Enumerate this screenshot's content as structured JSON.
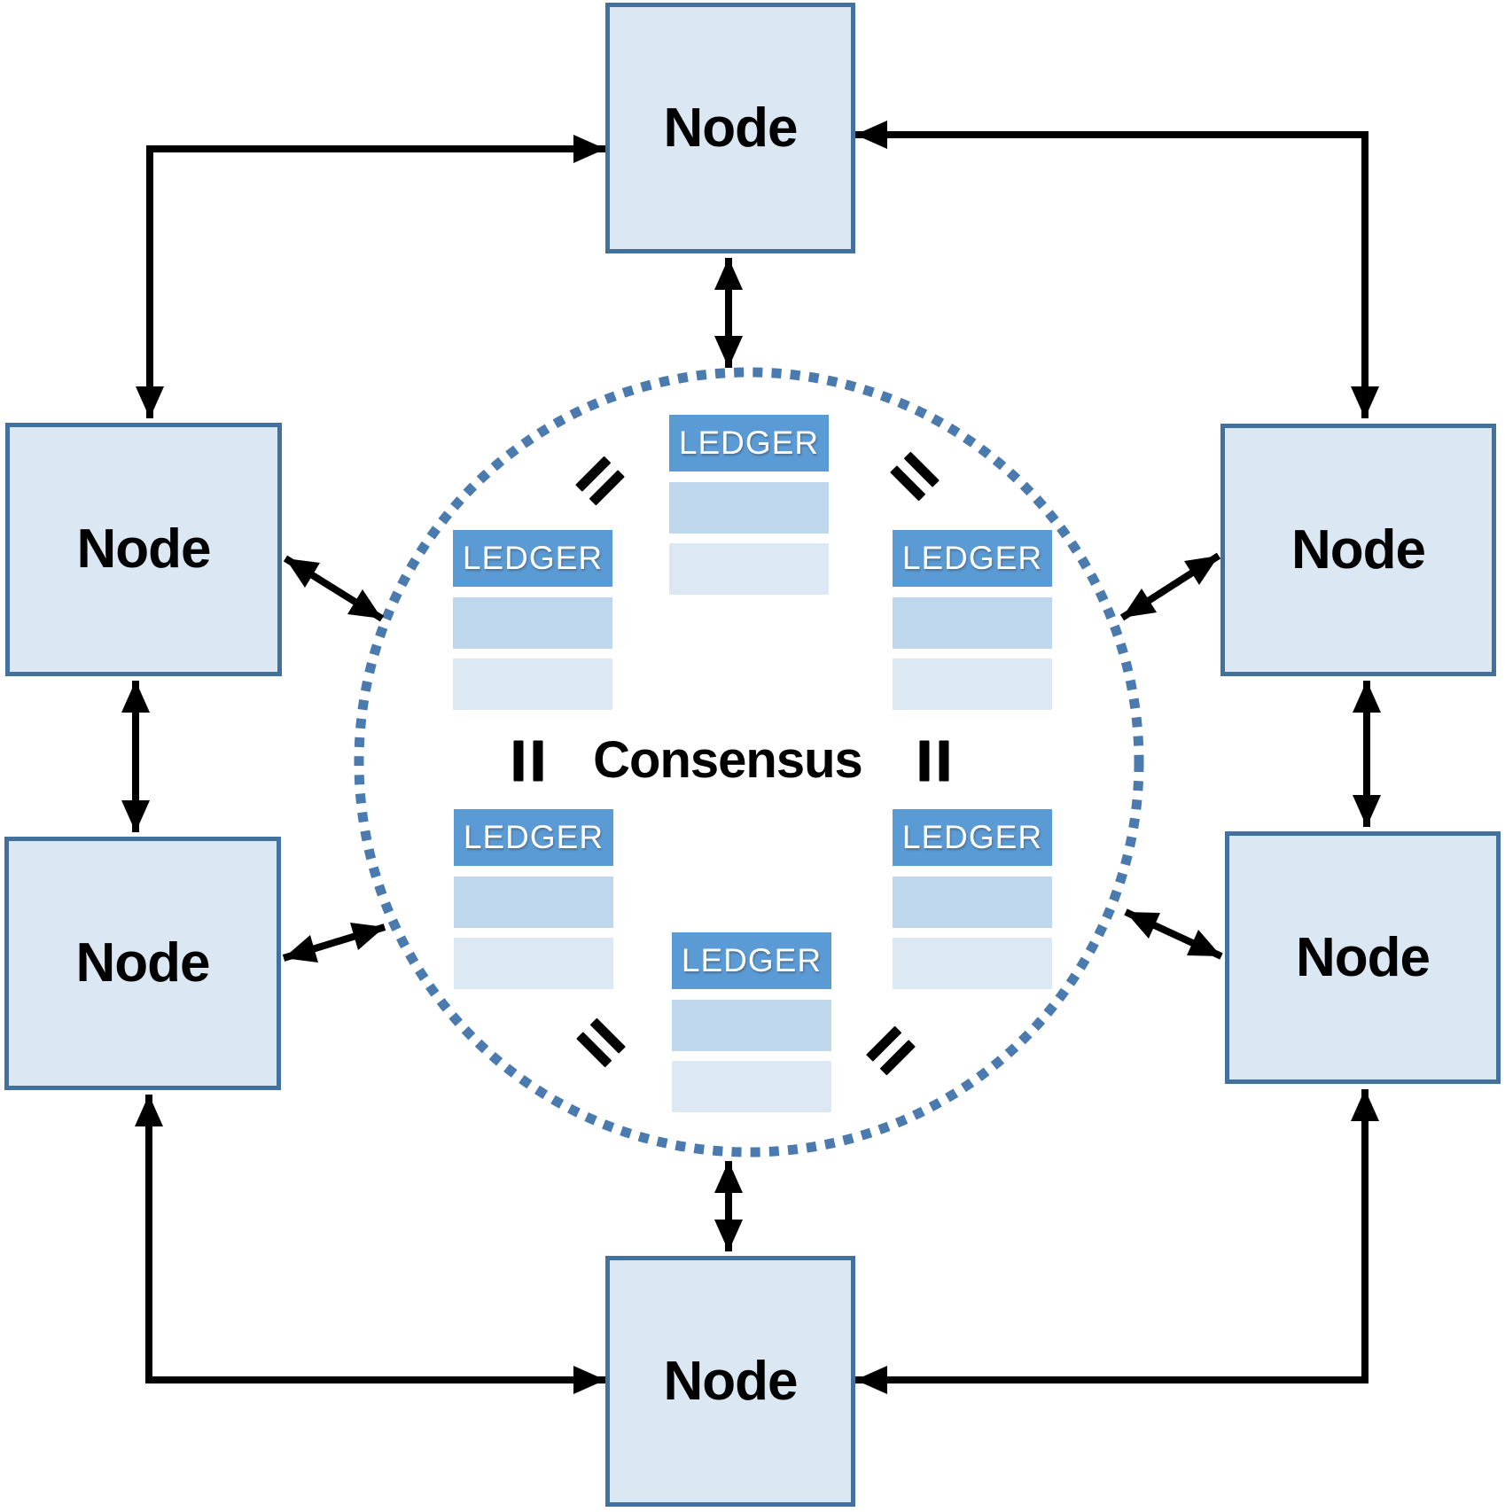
{
  "diagram": {
    "kind": "distributed-ledger-consensus-network",
    "colors": {
      "node_fill": "#dbe7f3",
      "node_border": "#41719c",
      "ledger_header_fill": "#5b9bd5",
      "ledger_header_text": "#ffffff",
      "ledger_row_light": "#bfd7ec",
      "ledger_row_lighter": "#dce8f4",
      "consensus_circle_dots": "#4a7aae",
      "arrows_and_text": "#000000"
    }
  },
  "center": {
    "label": "Consensus"
  },
  "nodes": [
    {
      "id": "top",
      "label": "Node"
    },
    {
      "id": "left-upper",
      "label": "Node"
    },
    {
      "id": "right-upper",
      "label": "Node"
    },
    {
      "id": "left-lower",
      "label": "Node"
    },
    {
      "id": "right-lower",
      "label": "Node"
    },
    {
      "id": "bottom",
      "label": "Node"
    }
  ],
  "ledgers": [
    {
      "id": "top",
      "label": "LEDGER",
      "rows": 2
    },
    {
      "id": "upper-left",
      "label": "LEDGER",
      "rows": 2
    },
    {
      "id": "upper-right",
      "label": "LEDGER",
      "rows": 2
    },
    {
      "id": "lower-left",
      "label": "LEDGER",
      "rows": 2
    },
    {
      "id": "lower-right",
      "label": "LEDGER",
      "rows": 2
    },
    {
      "id": "bottom",
      "label": "LEDGER",
      "rows": 2
    }
  ],
  "equals_signs": [
    {
      "position": "top-left"
    },
    {
      "position": "top-right"
    },
    {
      "position": "middle-left"
    },
    {
      "position": "middle-right"
    },
    {
      "position": "bottom-left"
    },
    {
      "position": "bottom-right"
    }
  ],
  "connections": [
    "top-node <-> consensus-circle",
    "bottom-node <-> consensus-circle",
    "left-upper-node <-> consensus-circle",
    "right-upper-node <-> consensus-circle",
    "left-lower-node <-> consensus-circle",
    "right-lower-node <-> consensus-circle",
    "left-upper-node <-> top-node",
    "right-upper-node <-> top-node",
    "left-lower-node <-> bottom-node",
    "right-lower-node <-> bottom-node",
    "left-upper-node <-> left-lower-node",
    "right-upper-node <-> right-lower-node"
  ]
}
